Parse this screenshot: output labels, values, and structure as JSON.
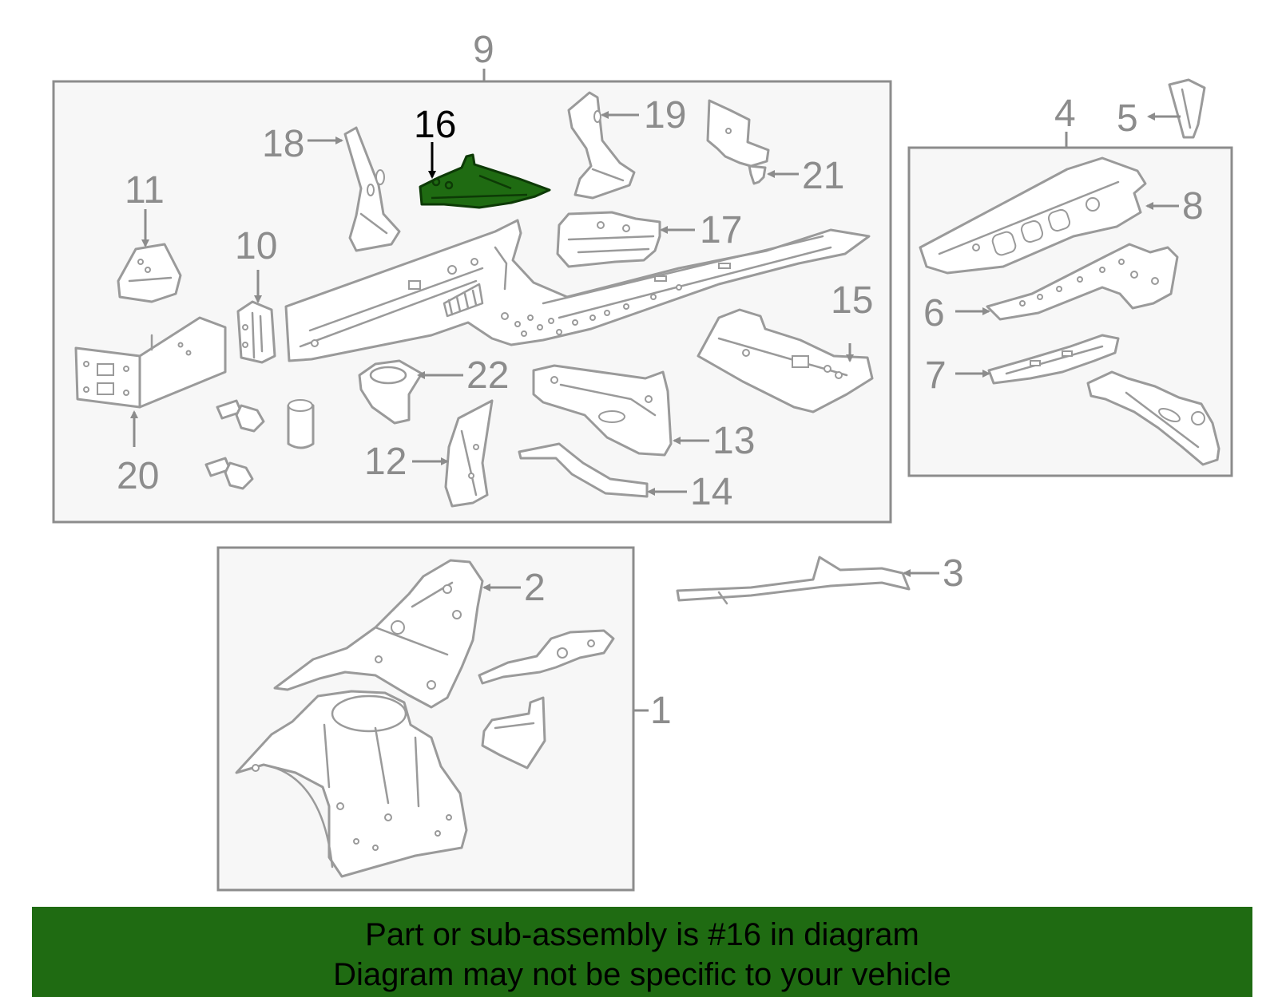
{
  "labels": {
    "l1": "1",
    "l2": "2",
    "l3": "3",
    "l4": "4",
    "l5": "5",
    "l6": "6",
    "l7": "7",
    "l8": "8",
    "l9": "9",
    "l10": "10",
    "l11": "11",
    "l12": "12",
    "l13": "13",
    "l14": "14",
    "l15": "15",
    "l16": "16",
    "l17": "17",
    "l18": "18",
    "l19": "19",
    "l20": "20",
    "l21": "21",
    "l22": "22"
  },
  "highlight": {
    "part_number": "16",
    "color": "#1f6b12"
  },
  "banner": {
    "line1": "Part or sub-assembly is #16 in diagram",
    "line2": "Diagram may not be specific to your vehicle"
  }
}
